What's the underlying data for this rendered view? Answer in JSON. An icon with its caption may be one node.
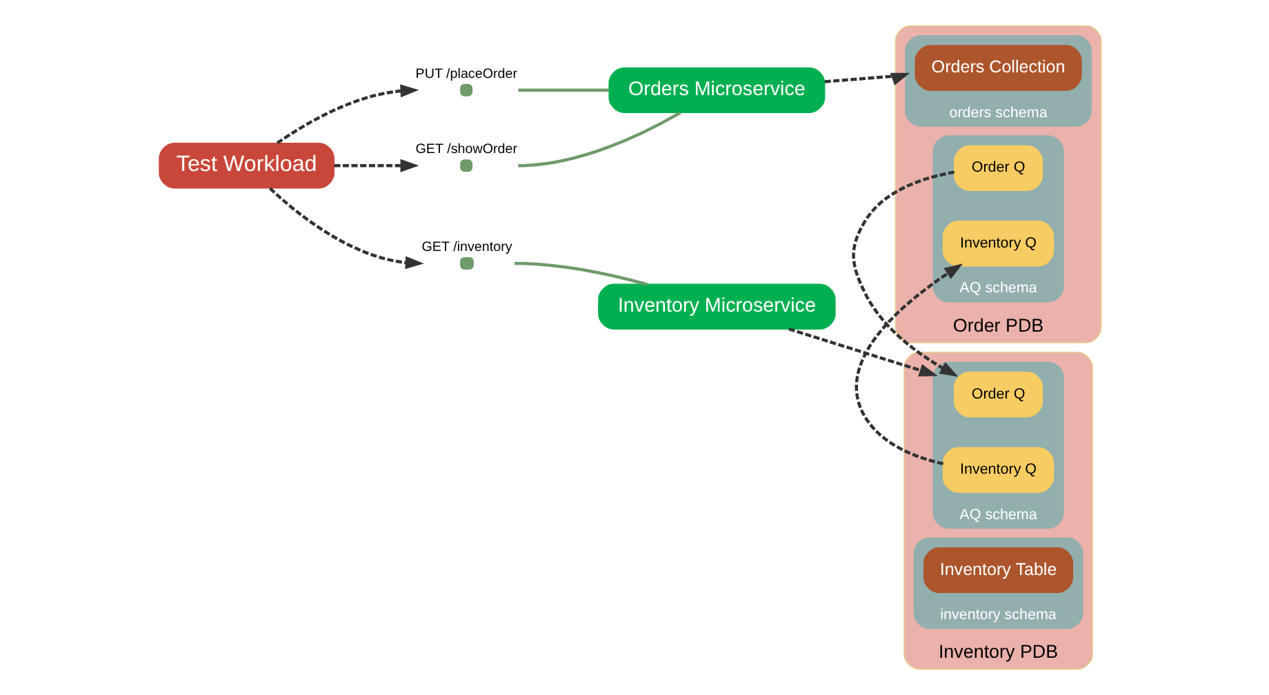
{
  "diagram": {
    "nodes": [
      {
        "text": [
          "Test Workload"
        ]
      },
      {
        "text": [
          "PUT /placeOrder"
        ]
      },
      {
        "text": [
          "GET /showOrder"
        ]
      },
      {
        "text": [
          "Orders Microservice"
        ]
      },
      {
        "text": [
          "GET /inventory"
        ]
      },
      {
        "text": [
          "Inventory Microservice"
        ]
      },
      {
        "text": [
          "Order PDB"
        ]
      },
      {
        "text": [
          "orders schema"
        ],
        "in": 6
      },
      {
        "text": [
          "Orders Collection"
        ],
        "in": 7
      },
      {
        "text": [
          "AQ schema"
        ],
        "in": 6
      },
      {
        "text": [
          "Order Q"
        ],
        "in": 9
      },
      {
        "text": [
          "Inventory Q"
        ],
        "in": 9
      },
      {
        "text": [
          "Inventory PDB"
        ]
      },
      {
        "text": [
          "AQ schema"
        ],
        "in": 12
      },
      {
        "text": [
          "Order Q"
        ],
        "in": 13
      },
      {
        "text": [
          "Inventory Q"
        ],
        "in": 13
      },
      {
        "text": [
          "inventory schema"
        ],
        "in": 12
      },
      {
        "text": [
          "Inventory Table"
        ],
        "in": 16
      }
    ],
    "edges": [
      {
        "from": 0,
        "to": 1,
        "arrow": "to",
        "style": "dashed"
      },
      {
        "from": 0,
        "to": 2,
        "arrow": "to",
        "style": "dashed"
      },
      {
        "from": 0,
        "to": 4,
        "arrow": "to",
        "style": "dashed"
      },
      {
        "from": 1,
        "to": 3,
        "arrow": "none",
        "color": "#6f9a6a"
      },
      {
        "from": 2,
        "to": 3,
        "arrow": "none",
        "color": "#6f9a6a"
      },
      {
        "from": 4,
        "to": 5,
        "arrow": "none",
        "color": "#6f9a6a"
      },
      {
        "from": 3,
        "to": 7,
        "arrow": "to",
        "style": "dashed"
      },
      {
        "from": 5,
        "to": 13,
        "arrow": "to",
        "style": "dashed"
      },
      {
        "from": 10,
        "to": 14,
        "arrow": "to",
        "style": "dashed"
      },
      {
        "from": 15,
        "to": 11,
        "arrow": "to",
        "style": "dashed"
      }
    ]
  }
}
